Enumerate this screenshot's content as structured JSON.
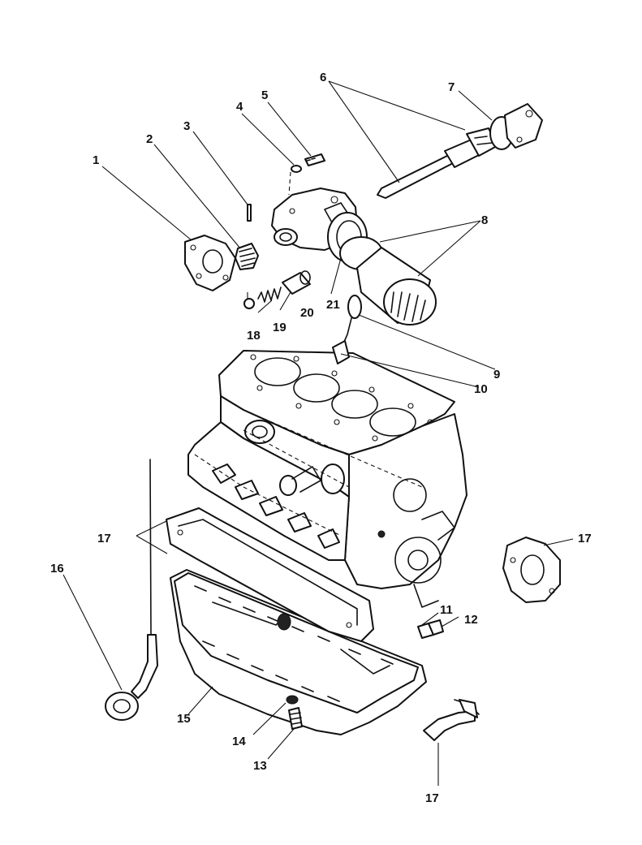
{
  "callouts": {
    "c1": "1",
    "c2": "2",
    "c3": "3",
    "c4": "4",
    "c5": "5",
    "c6": "6",
    "c7": "7",
    "c8": "8",
    "c9": "9",
    "c10": "10",
    "c11": "11",
    "c12": "12",
    "c13": "13",
    "c14": "14",
    "c15": "15",
    "c16": "16",
    "c17a": "17",
    "c17b": "17",
    "c17c": "17",
    "c18": "18",
    "c19": "19",
    "c20": "20",
    "c21": "21"
  },
  "colors": {
    "ink": "#111111",
    "paper": "#ffffff"
  }
}
